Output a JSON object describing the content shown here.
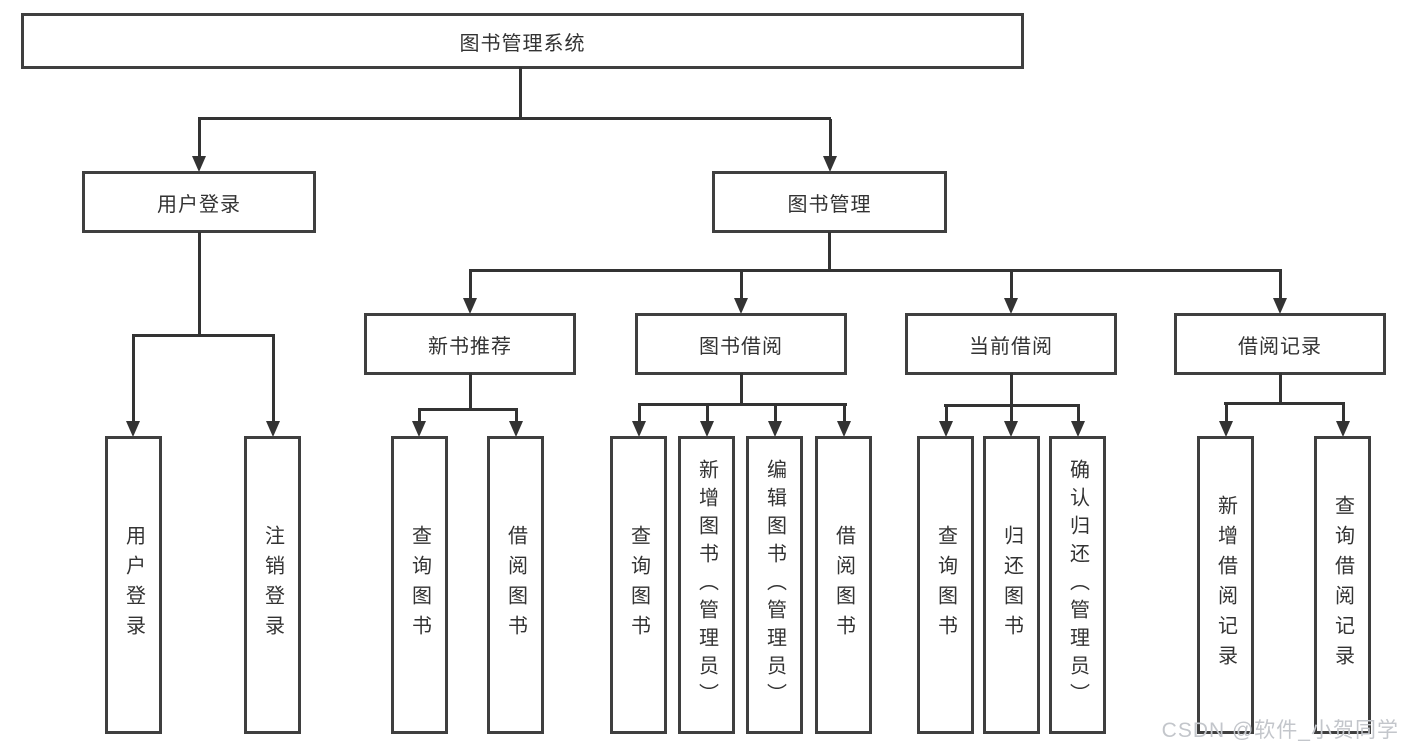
{
  "diagram": {
    "title": "图书管理系统",
    "branches": [
      {
        "label": "用户登录",
        "leaves": [
          "用户登录",
          "注销登录"
        ]
      },
      {
        "label": "图书管理",
        "sections": [
          {
            "label": "新书推荐",
            "leaves": [
              "查询图书",
              "借阅图书"
            ]
          },
          {
            "label": "图书借阅",
            "leaves": [
              "查询图书",
              "新增图书（管理员）",
              "编辑图书（管理员）",
              "借阅图书"
            ]
          },
          {
            "label": "当前借阅",
            "leaves": [
              "查询图书",
              "归还图书",
              "确认归还（管理员）"
            ]
          },
          {
            "label": "借阅记录",
            "leaves": [
              "新增借阅记录",
              "查询借阅记录"
            ]
          }
        ]
      }
    ]
  },
  "watermark": {
    "text": "CSDN @软件_小贺同学"
  },
  "colors": {
    "line": "#333333",
    "border": "#3f3f3f",
    "text": "#333333",
    "watermark": "#c3c6cb",
    "background": "#ffffff"
  }
}
